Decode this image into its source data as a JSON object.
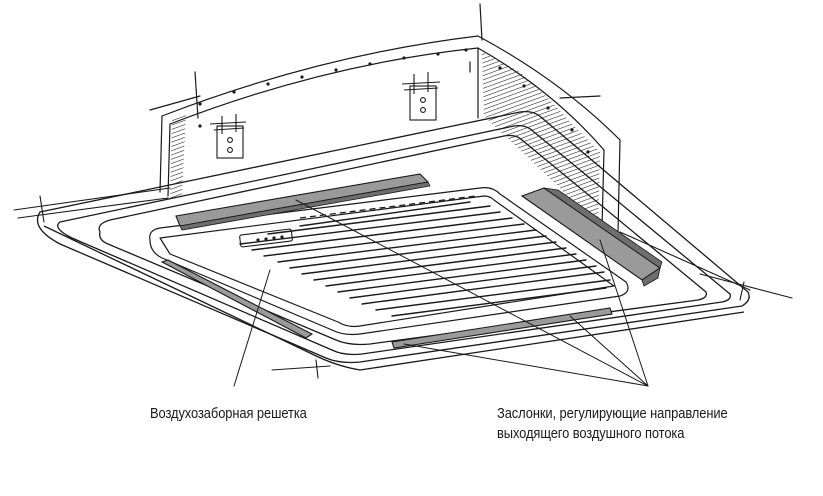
{
  "diagram": {
    "labels": {
      "intake_grille": "Воздухозаборная решетка",
      "louvers_line1": "Заслонки, регулирующие направление",
      "louvers_line2": "выходящего воздушного потока"
    },
    "colors": {
      "ink": "#1a1a1a",
      "louver_fill": "#9a9a9a",
      "louver_dark": "#6e6e6e",
      "background": "#ffffff"
    }
  }
}
